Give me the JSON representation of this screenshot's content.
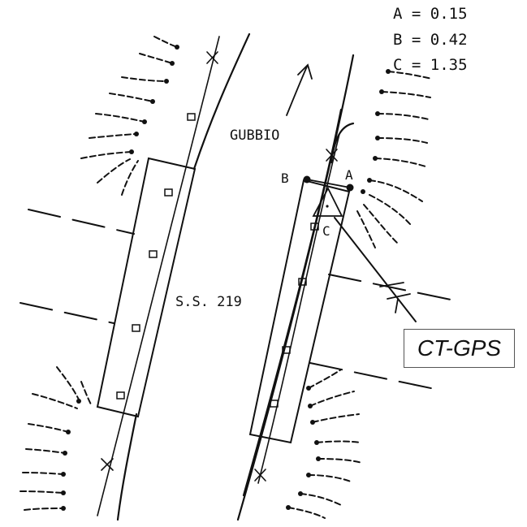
{
  "parameters": [
    {
      "label": "A",
      "value": "0.15"
    },
    {
      "label": "B",
      "value": "0.42"
    },
    {
      "label": "C",
      "value": "1.35"
    }
  ],
  "labels": {
    "direction": "GUBBIO",
    "road": "S.S. 219",
    "point_a": "A",
    "point_b": "B",
    "point_c": "C",
    "station": "CT-GPS"
  },
  "colors": {
    "ink": "#111111",
    "box_border": "#555555",
    "background": "#ffffff"
  }
}
